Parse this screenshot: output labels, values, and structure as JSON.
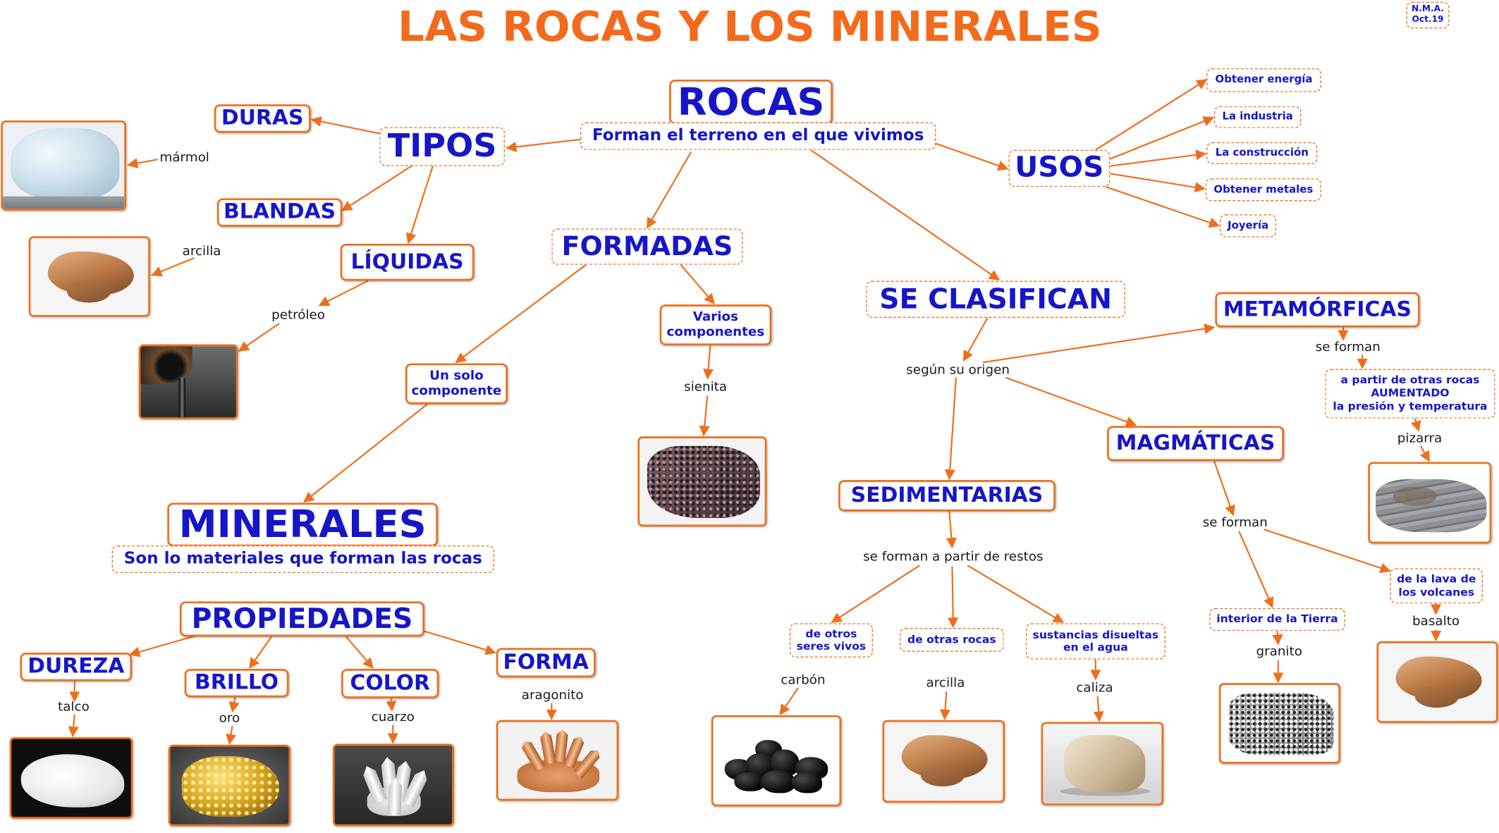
{
  "title": "LAS ROCAS Y LOS MINERALES",
  "author_tag": {
    "line1": "N.M.A.",
    "line2": "Oct.19"
  },
  "colors": {
    "accent": "#ee6e1c",
    "title": "#f26b1d",
    "node_text": "#1616c8",
    "label_text": "#1a1a1a"
  },
  "rocas": {
    "title": "ROCAS",
    "definition": "Forman el terreno en el que vivimos",
    "tipos": {
      "label": "TIPOS",
      "items": [
        {
          "label": "DURAS",
          "example": "mármol"
        },
        {
          "label": "BLANDAS",
          "example": "arcilla"
        },
        {
          "label": "LÍQUIDAS",
          "example": "petróleo"
        }
      ]
    },
    "formadas": {
      "label": "FORMADAS",
      "varios": {
        "lines": [
          "Varios",
          "componentes"
        ],
        "example": "sienita"
      },
      "un_solo": {
        "lines": [
          "Un solo",
          "componente"
        ]
      }
    },
    "usos": {
      "label": "USOS",
      "items": [
        "Obtener energía",
        "La industria",
        "La construcción",
        "Obtener metales",
        "Joyería"
      ]
    },
    "se_clasifican": {
      "label": "SE CLASIFICAN",
      "criterion": "según su origen",
      "metamorficas": {
        "label": "METAMÓRFICAS",
        "verb": "se forman",
        "desc": [
          "a partir de otras rocas",
          "AUMENTADO",
          "la presión y temperatura"
        ],
        "example": "pizarra"
      },
      "magmaticas": {
        "label": "MAGMÁTICAS",
        "verb": "se forman",
        "origins": [
          {
            "lines": [
              "interior de la Tierra"
            ],
            "example": "granito"
          },
          {
            "lines": [
              "de la lava de",
              "los volcanes"
            ],
            "example": "basalto"
          }
        ]
      },
      "sedimentarias": {
        "label": "SEDIMENTARIAS",
        "verb": "se forman a partir de restos",
        "origins": [
          {
            "lines": [
              "de otros",
              "seres vivos"
            ],
            "example": "carbón"
          },
          {
            "lines": [
              "de otras rocas"
            ],
            "example": "arcilla"
          },
          {
            "lines": [
              "sustancias disueltas",
              "en el agua"
            ],
            "example": "caliza"
          }
        ]
      }
    }
  },
  "minerales": {
    "title": "MINERALES",
    "definition": "Son lo materiales que forman las rocas",
    "propiedades": {
      "label": "PROPIEDADES",
      "items": [
        {
          "label": "DUREZA",
          "example": "talco"
        },
        {
          "label": "BRILLO",
          "example": "oro"
        },
        {
          "label": "COLOR",
          "example": "cuarzo"
        },
        {
          "label": "FORMA",
          "example": "aragonito"
        }
      ]
    }
  }
}
